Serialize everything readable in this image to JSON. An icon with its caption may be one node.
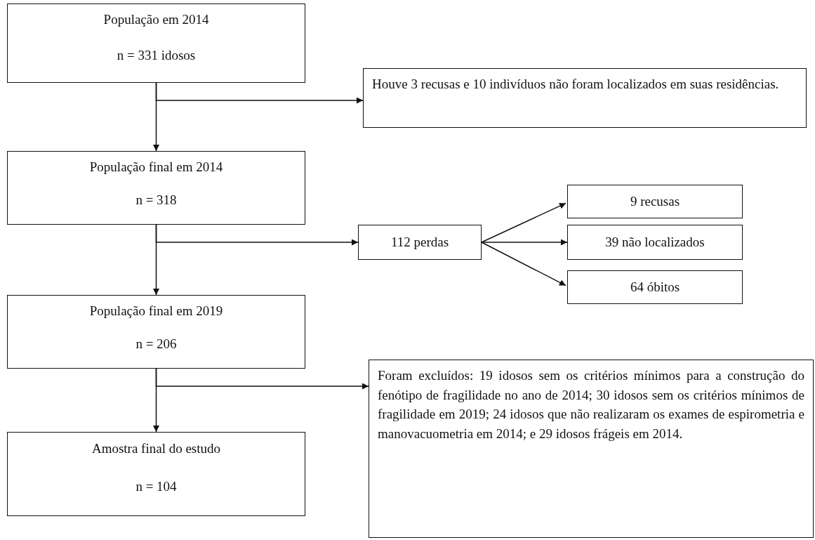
{
  "diagram": {
    "nodes": [
      {
        "text": [
          "População em 2014",
          "n = 331 idosos"
        ]
      },
      {
        "text": [
          "Houve 3 recusas e 10 indivíduos não foram localizados em suas residências."
        ]
      },
      {
        "text": [
          "População final em 2014",
          "n = 318"
        ]
      },
      {
        "text": [
          "112 perdas"
        ]
      },
      {
        "text": [
          "9 recusas"
        ]
      },
      {
        "text": [
          "39 não localizados"
        ]
      },
      {
        "text": [
          "64 óbitos"
        ]
      },
      {
        "text": [
          "População final em 2019",
          "n = 206"
        ]
      },
      {
        "text": [
          "Foram excluídos: 19 idosos sem os critérios mínimos para a construção do fenótipo de fragilidade no ano de 2014; 30 idosos sem os critérios mínimos de fragilidade em 2019; 24 idosos que não realizaram os exames de espirometria e manovacuometria em 2014; e 29 idosos frágeis em 2014."
        ]
      },
      {
        "text": [
          "Amostra final do estudo",
          "n = 104"
        ]
      }
    ],
    "edges": [
      {
        "from": 0,
        "to": 2,
        "arrow": "to"
      },
      {
        "from": 0,
        "to": 1,
        "arrow": "to"
      },
      {
        "from": 2,
        "to": 7,
        "arrow": "to"
      },
      {
        "from": 2,
        "to": 3,
        "arrow": "to"
      },
      {
        "from": 3,
        "to": 4,
        "arrow": "to"
      },
      {
        "from": 3,
        "to": 5,
        "arrow": "to"
      },
      {
        "from": 3,
        "to": 6,
        "arrow": "to"
      },
      {
        "from": 7,
        "to": 9,
        "arrow": "to"
      },
      {
        "from": 7,
        "to": 8,
        "arrow": "to"
      }
    ]
  }
}
